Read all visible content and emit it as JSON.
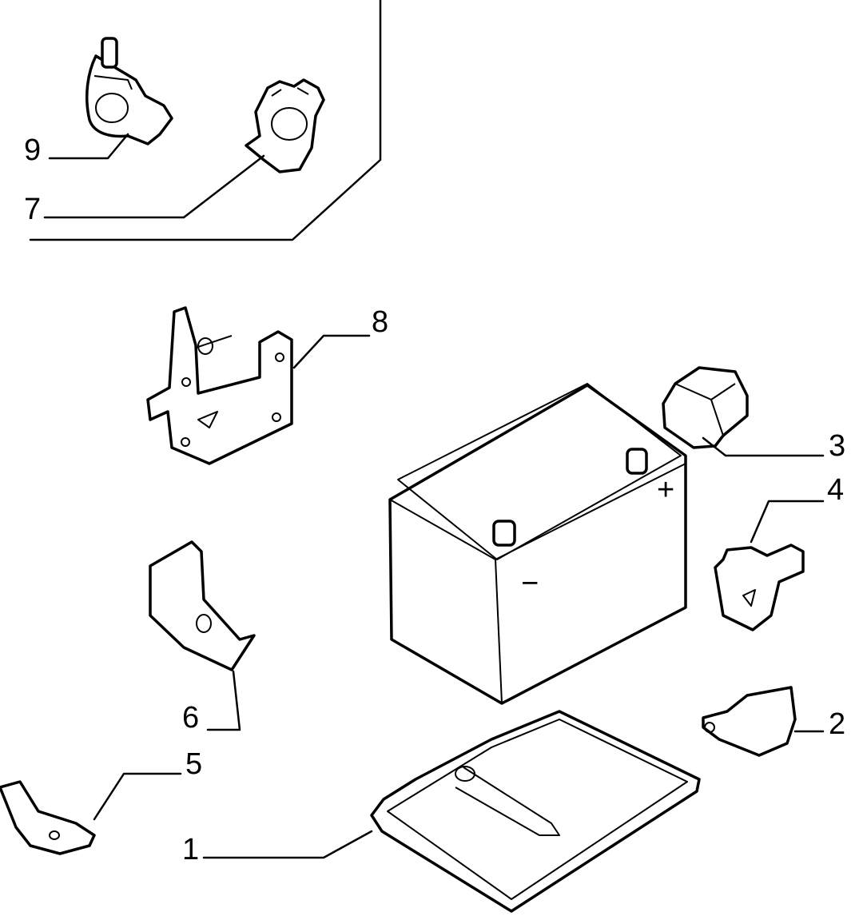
{
  "diagram": {
    "callouts": [
      {
        "id": "1",
        "label": "1"
      },
      {
        "id": "2",
        "label": "2"
      },
      {
        "id": "3",
        "label": "3"
      },
      {
        "id": "4",
        "label": "4"
      },
      {
        "id": "5",
        "label": "5"
      },
      {
        "id": "6",
        "label": "6"
      },
      {
        "id": "7",
        "label": "7"
      },
      {
        "id": "8",
        "label": "8"
      },
      {
        "id": "9",
        "label": "9"
      }
    ],
    "battery": {
      "positive_symbol": "+",
      "negative_symbol": "−"
    }
  }
}
